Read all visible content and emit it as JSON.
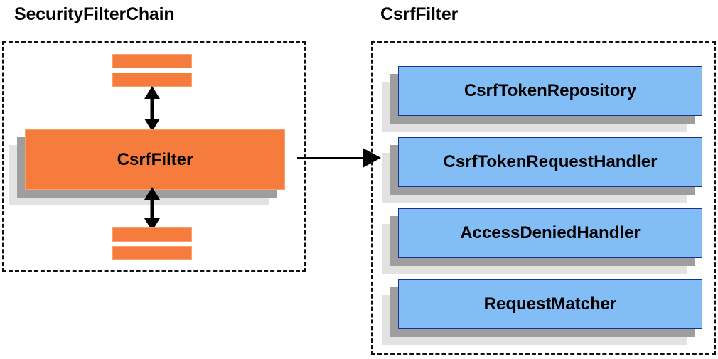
{
  "diagram": {
    "kind": "component-collaboration-diagram",
    "background_color": "#ffffff"
  },
  "panels": [
    {
      "id": "security-filter-chain",
      "title": "SecurityFilterChain",
      "border_style": "dashed",
      "border_color": "#111111"
    },
    {
      "id": "csrf-filter",
      "title": "CsrfFilter",
      "border_style": "dashed",
      "border_color": "#111111"
    }
  ],
  "left_panel": {
    "title": "SecurityFilterChain",
    "main_component": {
      "label": "CsrfFilter",
      "fill_color": "#F57C3C",
      "border_color": "#F8A070"
    },
    "stub_bars": {
      "above_count": 2,
      "below_count": 2,
      "fill_color": "#F57C3C",
      "border_color": "#F8A070"
    },
    "arrows": [
      {
        "name": "arrow-above",
        "direction": "bidirectional",
        "orientation": "vertical"
      },
      {
        "name": "arrow-below",
        "direction": "bidirectional",
        "orientation": "vertical"
      }
    ]
  },
  "connector": {
    "name": "csrf-filter-expansion-arrow",
    "direction": "right",
    "color": "#000000"
  },
  "right_panel": {
    "title": "CsrfFilter",
    "components": [
      {
        "label": "CsrfTokenRepository",
        "fill_color": "#82BEF5",
        "border_color": "#1F2F8C"
      },
      {
        "label": "CsrfTokenRequestHandler",
        "fill_color": "#82BEF5",
        "border_color": "#1F2F8C"
      },
      {
        "label": "AccessDeniedHandler",
        "fill_color": "#82BEF5",
        "border_color": "#1F2F8C"
      },
      {
        "label": "RequestMatcher",
        "fill_color": "#82BEF5",
        "border_color": "#1F2F8C"
      }
    ]
  },
  "shadow": {
    "near_color": "#9e9e9e",
    "far_color": "#e2e2e2"
  }
}
